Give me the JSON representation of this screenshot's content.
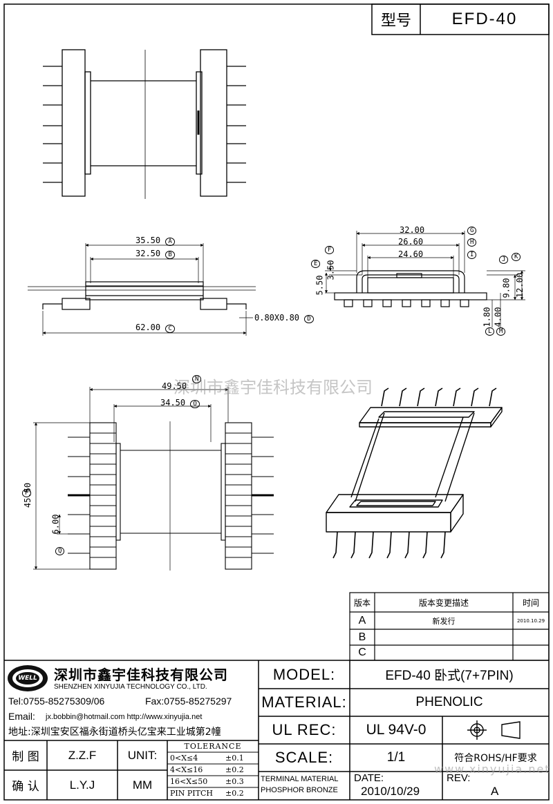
{
  "header": {
    "model_label": "型号",
    "model_value": "EFD-40"
  },
  "watermark": {
    "center": "深圳市鑫宇佳科技有限公司",
    "corner": "www.xinyujia.net"
  },
  "dimensions": {
    "A": {
      "value": "35.50",
      "ref": "A"
    },
    "B": {
      "value": "32.50",
      "ref": "B"
    },
    "C": {
      "value": "62.00",
      "ref": "C"
    },
    "D": {
      "value": "0.80X0.80",
      "ref": "D"
    },
    "E": {
      "value": "5.50",
      "ref": "E"
    },
    "F": {
      "value": "3.50",
      "ref": "F"
    },
    "G": {
      "value": "32.00",
      "ref": "G"
    },
    "H": {
      "value": "26.60",
      "ref": "H"
    },
    "I": {
      "value": "24.60",
      "ref": "I"
    },
    "J": {
      "value": "9.80",
      "ref": "J"
    },
    "K": {
      "value": "12.00",
      "ref": "K"
    },
    "L": {
      "value": "1.80",
      "ref": "L"
    },
    "M": {
      "value": "4.00",
      "ref": "M"
    },
    "N": {
      "value": "49.50",
      "ref": "N"
    },
    "O": {
      "value": "34.50",
      "ref": "O"
    },
    "P": {
      "value": "45.50",
      "ref": "P"
    },
    "Q": {
      "value": "6.00",
      "ref": "Q"
    }
  },
  "revision_table": {
    "headers": [
      "版本",
      "版本变更描述",
      "时间"
    ],
    "rows": [
      {
        "ver": "A",
        "desc": "新发行",
        "date": "2010.10.29"
      },
      {
        "ver": "B",
        "desc": "",
        "date": ""
      },
      {
        "ver": "C",
        "desc": "",
        "date": ""
      }
    ]
  },
  "company": {
    "logo_text": "WELL",
    "name_cn": "深圳市鑫宇佳科技有限公司",
    "name_en": "SHENZHEN XINYUJIA TECHNOLOGY CO., LTD.",
    "tel": "Tel:0755-85275309/06",
    "fax": "Fax:0755-85275297",
    "email": "Email:",
    "email_value": "jx.bobbin@hotmail.com http://www.xinyujia.net",
    "address": "地址:深圳宝安区福永街道桥头亿宝来工业城第2幢"
  },
  "title_block": {
    "model_label": "MODEL:",
    "model_value": "EFD-40 卧式(7+7PIN)",
    "material_label": "MATERIAL:",
    "material_value": "PHENOLIC",
    "ul_label": "UL REC:",
    "ul_value": "UL 94V-0",
    "scale_label": "SCALE:",
    "scale_value": "1/1",
    "rohs": "符合ROHS/HF要求",
    "terminal_material_1": "TERMINAL MATERIAL",
    "terminal_material_2": "PHOSPHOR BRONZE",
    "date_label": "DATE:",
    "date_value": "2010/10/29",
    "rev_label": "REV:",
    "rev_value": "A",
    "drawn_label": "制 图",
    "drawn_value": "Z.Z.F",
    "checked_label": "确 认",
    "checked_value": "L.Y.J",
    "unit_label": "UNIT:",
    "unit_value": "MM",
    "tolerance_title": "TOLERANCE",
    "tolerance_rows": [
      {
        "range": "0<X≤4",
        "tol": "±0.1"
      },
      {
        "range": "4<X≤16",
        "tol": "±0.2"
      },
      {
        "range": "16<X≤50",
        "tol": "±0.3"
      },
      {
        "range": "PIN PITCH",
        "tol": "±0.2"
      }
    ]
  }
}
